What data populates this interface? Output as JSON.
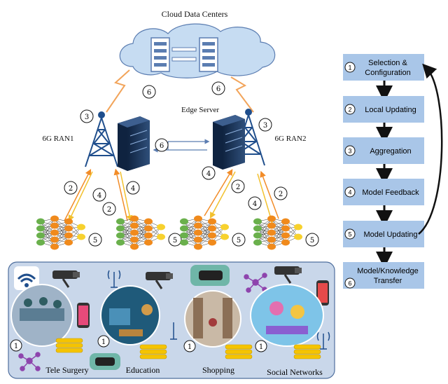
{
  "cloud": {
    "title": "Cloud Data Centers"
  },
  "edge": {
    "title": "Edge Server"
  },
  "ran1": {
    "label": "6G RAN1"
  },
  "ran2": {
    "label": "6G RAN2"
  },
  "markers": {
    "m1": "1",
    "m2": "2",
    "m3": "3",
    "m4": "4",
    "m5": "5",
    "m6": "6"
  },
  "flow": {
    "steps": [
      {
        "num": "1",
        "line1": "Selection &",
        "line2": "Configuration"
      },
      {
        "num": "2",
        "line1": "Local Updating",
        "line2": ""
      },
      {
        "num": "3",
        "line1": "Aggregation",
        "line2": ""
      },
      {
        "num": "4",
        "line1": "Model Feedback",
        "line2": ""
      },
      {
        "num": "5",
        "line1": "Model Updating",
        "line2": ""
      },
      {
        "num": "6",
        "line1": "Model/Knowledge",
        "line2": "Transfer"
      }
    ]
  },
  "apps": {
    "tele_surgery": "Tele Surgery",
    "education": "Education",
    "shopping": "Shopping",
    "social_networks": "Social Networks"
  },
  "colors": {
    "cloud": "#c6dcf2",
    "cloud_stroke": "#5b7db1",
    "flow_box": "#a9c6e8",
    "panel": "#c9d7ea",
    "tower": "#1f4e8c",
    "server": "#1d3557",
    "arrow_orange": "#f28c28",
    "arrow_yellow": "#f2c12e",
    "node_orange": "#f08a1c",
    "node_green": "#6ab04c",
    "node_yellow": "#f7d12e",
    "coin": "#f5c400"
  }
}
